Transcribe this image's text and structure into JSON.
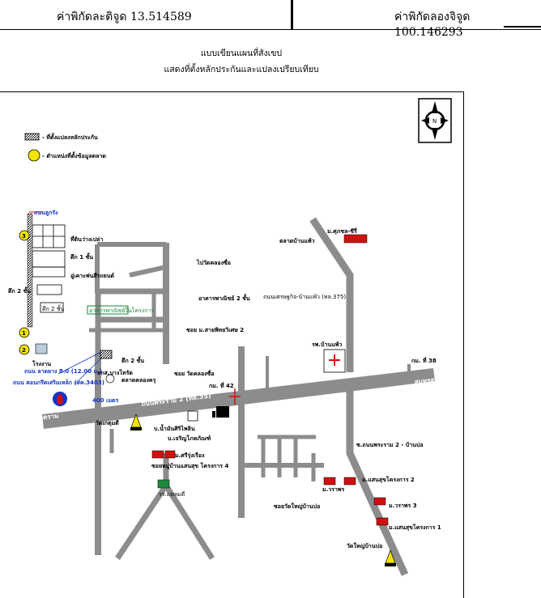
{
  "header": {
    "lat_label": "ค่าพิกัดละติจูด 13.514589",
    "lon_label": "ค่าพิกัดลองจิจูด 100.146293"
  },
  "title": {
    "line1": "แบบเขียนแผนที่สังเขป",
    "line2": "แสดงที่ตั้งหลักประกันและแปลงเปรียบเทียบ"
  },
  "legend": {
    "parcel": "- ที่ตั้งแปลงหลักประกัน",
    "market_data": "- ตำแหน่งที่ตั้งข้อมูลตลาด"
  },
  "labels": {
    "road_top_left": "ถนนลูกรัง",
    "vacant_land": "ที่ดินว่างเปล่า",
    "one_story": "ตึก 1 ชั้น",
    "mini_mart": "อู่เคาะพ่นสีรถยนต์",
    "two_story": "ตึก 2 ชั้น",
    "two_story_b": "ตึก 2 ชั้น",
    "to_temple": "ไปวัดคลองซื่อ",
    "commercial": "อาคารพาณิชย์ 2 ชั้น",
    "soi_sai": "ซอย ม.สายพิทยวิเศษ 2",
    "green_label": "อาคารพาณิชย์ในโครงการ",
    "factory": "โรงงาน",
    "road_blue1": "ถนน ลาดยาง 8.0 (12.00 ม.)",
    "road_blue2": "ถนน คอนกรีตเสริมเหล็ก (สค.3403)",
    "bank": "ธกส.บางโทรัด",
    "market": "ตลาดคลองครุ",
    "soi_wat": "ซอย วัดคลองซื่อ",
    "km42": "กม. ที่ 42",
    "km38": "กม. ที่ 38",
    "distance": "400 เมตร",
    "road_main": "ถนนพระราม 2 (ทล.35)",
    "samut_songkhram": "สมุทรสงคราม",
    "samut_sakhon": "สมุทรสาคร",
    "wat_khok": "วัดเกตุมดี",
    "nam_man": "บ.น้ำมันศิริไพลิน",
    "jaroen": "บ.เจริญโภคภัณฑ์",
    "village1": "ม.ศรีรุ่งเรือง",
    "soi_village": "ซอยหมู่บ้านแสนสุข โครงการ 4",
    "school": "รร.แหลมดี",
    "hospital": "รพ.บ้านแพ้ว",
    "road_ban_phaeo": "ถนนเศรษฐกิจ-บ้านแพ้ว (ทล.375)",
    "market_ban_phaeo": "ตลาดบ้านแพ้ว",
    "village_top": "ม.ศุภชล-ชีรี่",
    "rama2_banbo": "ซ.ถนนพระราม 2 - บ้านบ่อ",
    "saensuk2": "ม.แสนสุขโครงการ 2",
    "warak": "ม.วราพร",
    "warak3": "ม.วราพร 3",
    "saensuk1": "ม.แสนสุขโครงการ 1",
    "soi_wat_yai": "ซอยวัดใหญ่บ้านบ่อ",
    "wat_yai": "วัดใหญ่บ้านบ่อ",
    "circle_3": "3",
    "circle_1": "1",
    "circle_2": "2",
    "compass_n": "N"
  },
  "colors": {
    "road": "#8c8c8c",
    "blue": "#1034c8",
    "red": "#d01010",
    "yellow": "#f2e400",
    "green": "#1a8a3a"
  }
}
